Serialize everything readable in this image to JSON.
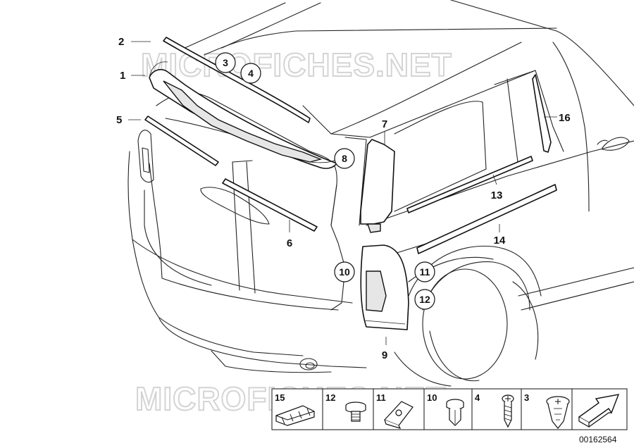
{
  "watermark": {
    "top": "MICROFICHES.NET",
    "bottom": "MICROFICHES.NET"
  },
  "callouts": [
    {
      "id": "c2",
      "label": "2",
      "style": "plain"
    },
    {
      "id": "c1",
      "label": "1",
      "style": "plain"
    },
    {
      "id": "c5",
      "label": "5",
      "style": "plain"
    },
    {
      "id": "c3",
      "label": "3",
      "style": "circled"
    },
    {
      "id": "c4",
      "label": "4",
      "style": "circled"
    },
    {
      "id": "c7",
      "label": "7",
      "style": "plain"
    },
    {
      "id": "c8",
      "label": "8",
      "style": "circled"
    },
    {
      "id": "c6",
      "label": "6",
      "style": "plain"
    },
    {
      "id": "c16",
      "label": "16",
      "style": "plain"
    },
    {
      "id": "c13",
      "label": "13",
      "style": "plain"
    },
    {
      "id": "c14",
      "label": "14",
      "style": "plain"
    },
    {
      "id": "c10",
      "label": "10",
      "style": "circled"
    },
    {
      "id": "c11",
      "label": "11",
      "style": "circled"
    },
    {
      "id": "c12",
      "label": "12",
      "style": "circled"
    },
    {
      "id": "c9",
      "label": "9",
      "style": "plain"
    }
  ],
  "parts_strip": [
    {
      "label": "15",
      "icon": "clip-strip-icon"
    },
    {
      "label": "12",
      "icon": "nut-icon"
    },
    {
      "label": "11",
      "icon": "clip-nut-icon"
    },
    {
      "label": "10",
      "icon": "expansion-rivet-icon"
    },
    {
      "label": "4",
      "icon": "screw-icon"
    },
    {
      "label": "3",
      "icon": "push-rivet-icon"
    }
  ],
  "arrow_icon": "direction-arrow-icon",
  "reference_number": "00162564"
}
